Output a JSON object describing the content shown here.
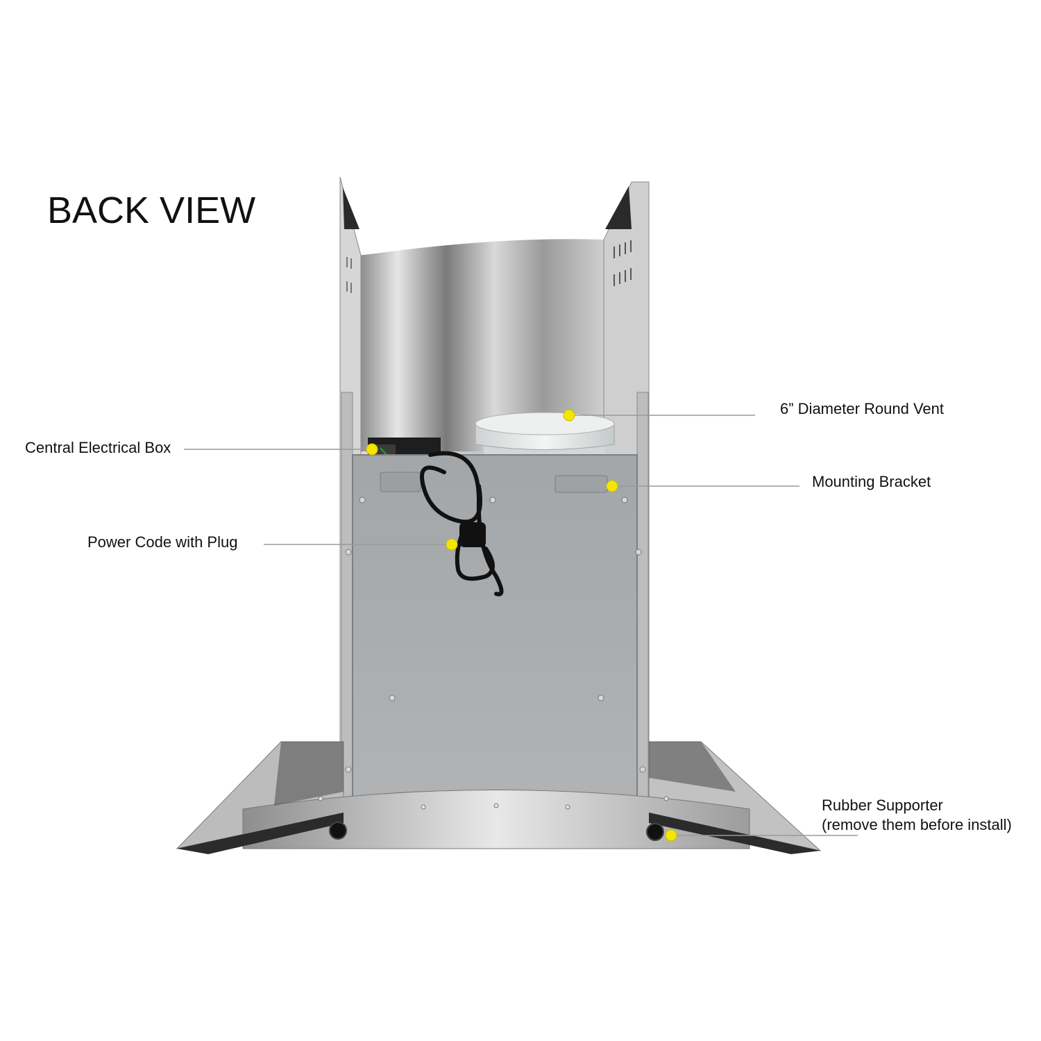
{
  "title": "BACK VIEW",
  "callouts": [
    {
      "id": "vent",
      "text": "6” Diameter Round Vent"
    },
    {
      "id": "electrical_box",
      "text": "Central Electrical Box"
    },
    {
      "id": "bracket",
      "text": "Mounting Bracket"
    },
    {
      "id": "power",
      "text": "Power Code with Plug"
    },
    {
      "id": "rubber",
      "lines": [
        "Rubber Supporter",
        "(remove them before install)"
      ]
    }
  ],
  "colors": {
    "marker": "#f5e600",
    "leader_line": "#9a9a9a",
    "steel": "#c9c9c9",
    "panel": "#a9abad",
    "glass": "#3a3a3a"
  }
}
